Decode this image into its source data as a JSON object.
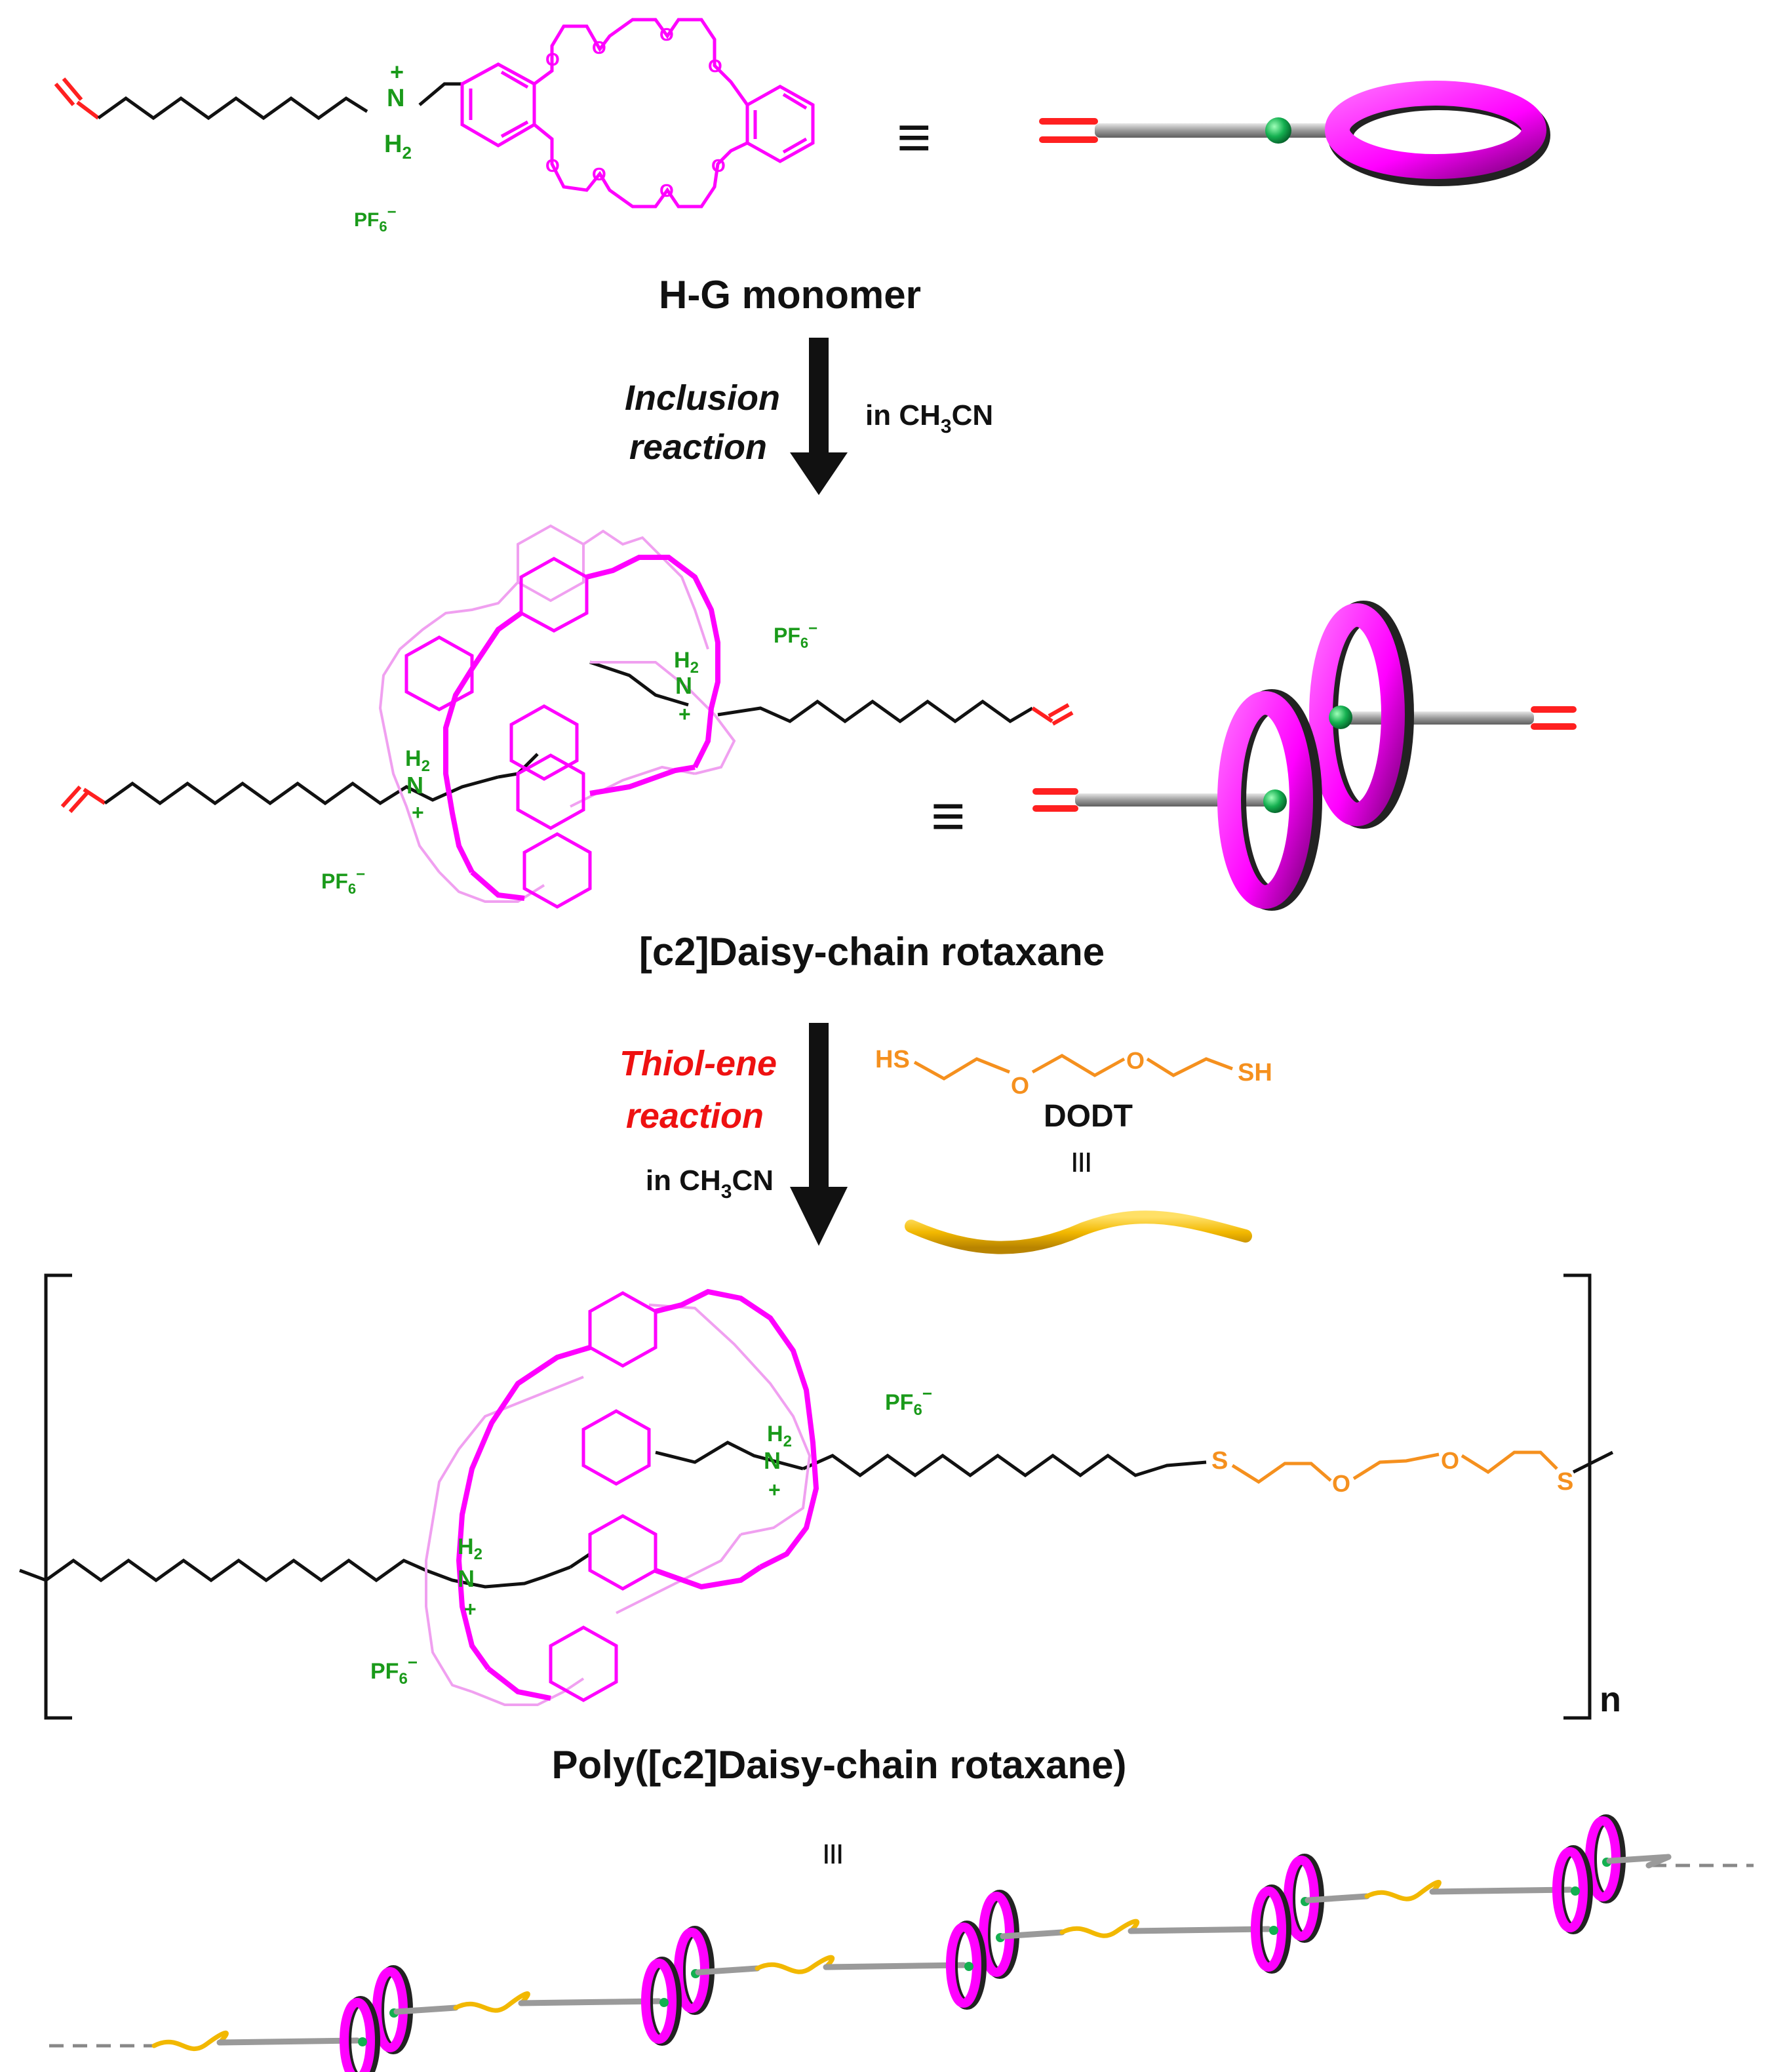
{
  "colors": {
    "crown": "#ff00ff",
    "crown_light": "#f0a0f0",
    "alkene": "#ff2020",
    "ammonium": "#1a9a1a",
    "thiol": "#f5901e",
    "wire": "#f2b800",
    "axle": "#a8a8a8",
    "bead": "#1aaa55",
    "text": "#111111",
    "thiol_ene_text": "#ee1111"
  },
  "monomer": {
    "name": "H-G monomer",
    "n_label": "N",
    "n_charge": "+",
    "h2_label": "H",
    "h2_sub": "2",
    "counterion": "PF",
    "counterion_sub": "6",
    "counterion_sup": "−",
    "oxygen": "O",
    "equivalence": "≡"
  },
  "step1": {
    "line1": "Inclusion",
    "line2": "reaction",
    "solvent_prefix": "in CH",
    "solvent_sub": "3",
    "solvent_suffix": "CN"
  },
  "dimer": {
    "name": "[c2]Daisy-chain  rotaxane",
    "counterion": "PF",
    "counterion_sub": "6",
    "counterion_sup": "−",
    "n_label": "N",
    "h2": "H",
    "h2_sub": "2",
    "charge": "+",
    "equivalence": "≡"
  },
  "step2": {
    "line1": "Thiol-ene",
    "line2": "reaction",
    "solvent_prefix": "in CH",
    "solvent_sub": "3",
    "solvent_suffix": "CN",
    "reagent_name": "DODT",
    "reagent_left": "HS",
    "reagent_right": "SH",
    "reagent_o": "O",
    "equivalence": "≡"
  },
  "polymer": {
    "name": "Poly([c2]Daisy-chain  rotaxane)",
    "repeat_label": "n",
    "sulfur": "S",
    "oxygen": "O",
    "counterion": "PF",
    "counterion_sub": "6",
    "counterion_sup": "−",
    "n_label": "N",
    "h2": "H",
    "h2_sub": "2",
    "charge": "+",
    "equivalence": "≡"
  }
}
